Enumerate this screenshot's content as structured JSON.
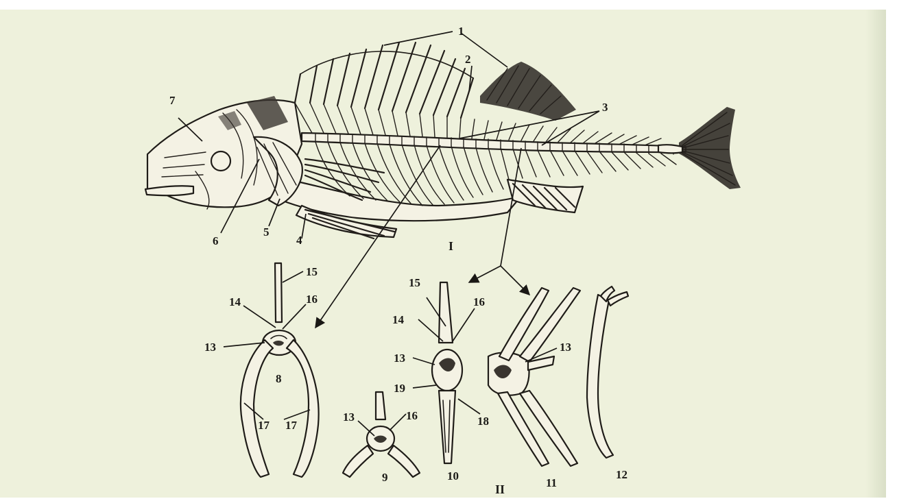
{
  "figure": {
    "labels": {
      "n1": "1",
      "n2": "2",
      "n3": "3",
      "n4": "4",
      "n5": "5",
      "n6": "6",
      "n7": "7",
      "n8": "8",
      "n9": "9",
      "n10": "10",
      "n11": "11",
      "n12": "12",
      "n13a": "13",
      "n13b": "13",
      "n13c": "13",
      "n13d": "13",
      "n14a": "14",
      "n14b": "14",
      "n15a": "15",
      "n15b": "15",
      "n16a": "16",
      "n16b": "16",
      "n16c": "16",
      "n17a": "17",
      "n17b": "17",
      "n18": "18",
      "n19": "19"
    },
    "sections": {
      "part1": "I",
      "part2": "II"
    }
  },
  "colors": {
    "paper": "#eef1dc",
    "ink": "#1f1c18",
    "page": "#ffffff"
  }
}
